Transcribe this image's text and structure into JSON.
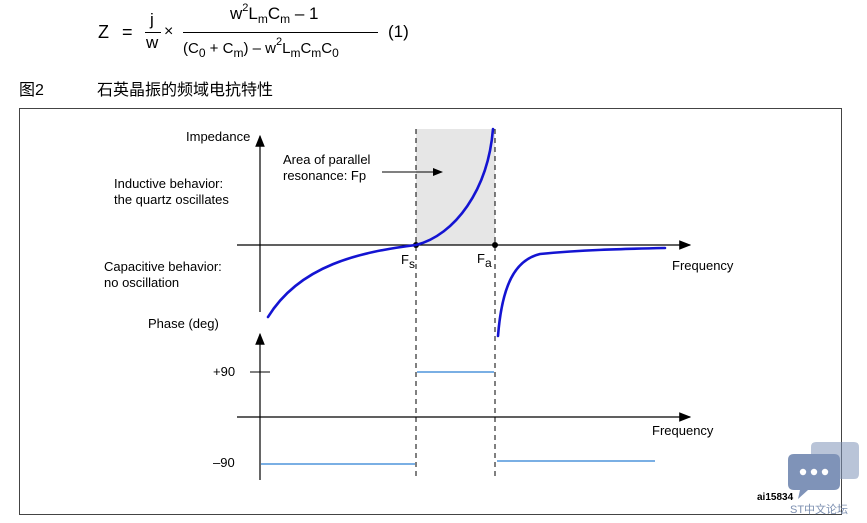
{
  "formula": {
    "lhs": "Z",
    "eq": "=",
    "j": "j",
    "w": "w",
    "times": "×",
    "num_w": "w",
    "num_w_exp": "2",
    "num_L": "L",
    "num_L_sub": "m",
    "num_C": "C",
    "num_C_sub": "m",
    "num_rest": " – 1",
    "den_open": "(C",
    "den_c0_sub": "0",
    "den_plus": " + C",
    "den_cm_sub": "m",
    "den_close": ") – w",
    "den_exp": "2",
    "den_L": "L",
    "den_L_sub": "m",
    "den_C": "C",
    "den_C_sub": "m",
    "den_C0": "C",
    "den_C0_sub": "0",
    "eq_number": "(1)"
  },
  "caption": {
    "figure": "图2",
    "title": "石英晶振的频域电抗特性"
  },
  "diagram": {
    "impedance_label": "Impedance",
    "parallel_line1": "Area of parallel",
    "parallel_line2": "resonance: Fp",
    "inductive_line1": "Inductive behavior:",
    "inductive_line2": "the quartz oscillates",
    "capacitive_line1": "Capacitive behavior:",
    "capacitive_line2": "no oscillation",
    "fs_label": "Fs",
    "fs_sub": "s",
    "fa_label": "F",
    "fa_sub": "a",
    "frequency_label_top": "Frequency",
    "phase_label": "Phase (deg)",
    "plus90": "+90",
    "minus90": "–90",
    "frequency_label_bottom": "Frequency",
    "figure_id": "ai15834"
  },
  "watermark": {
    "text": "ST中文论坛",
    "icon": "chat-bubble-icon"
  },
  "colors": {
    "curve": "#1414d2",
    "phase": "#2a7fd4",
    "shade": "#e6e6e6",
    "watermark": "#7f93b8"
  }
}
